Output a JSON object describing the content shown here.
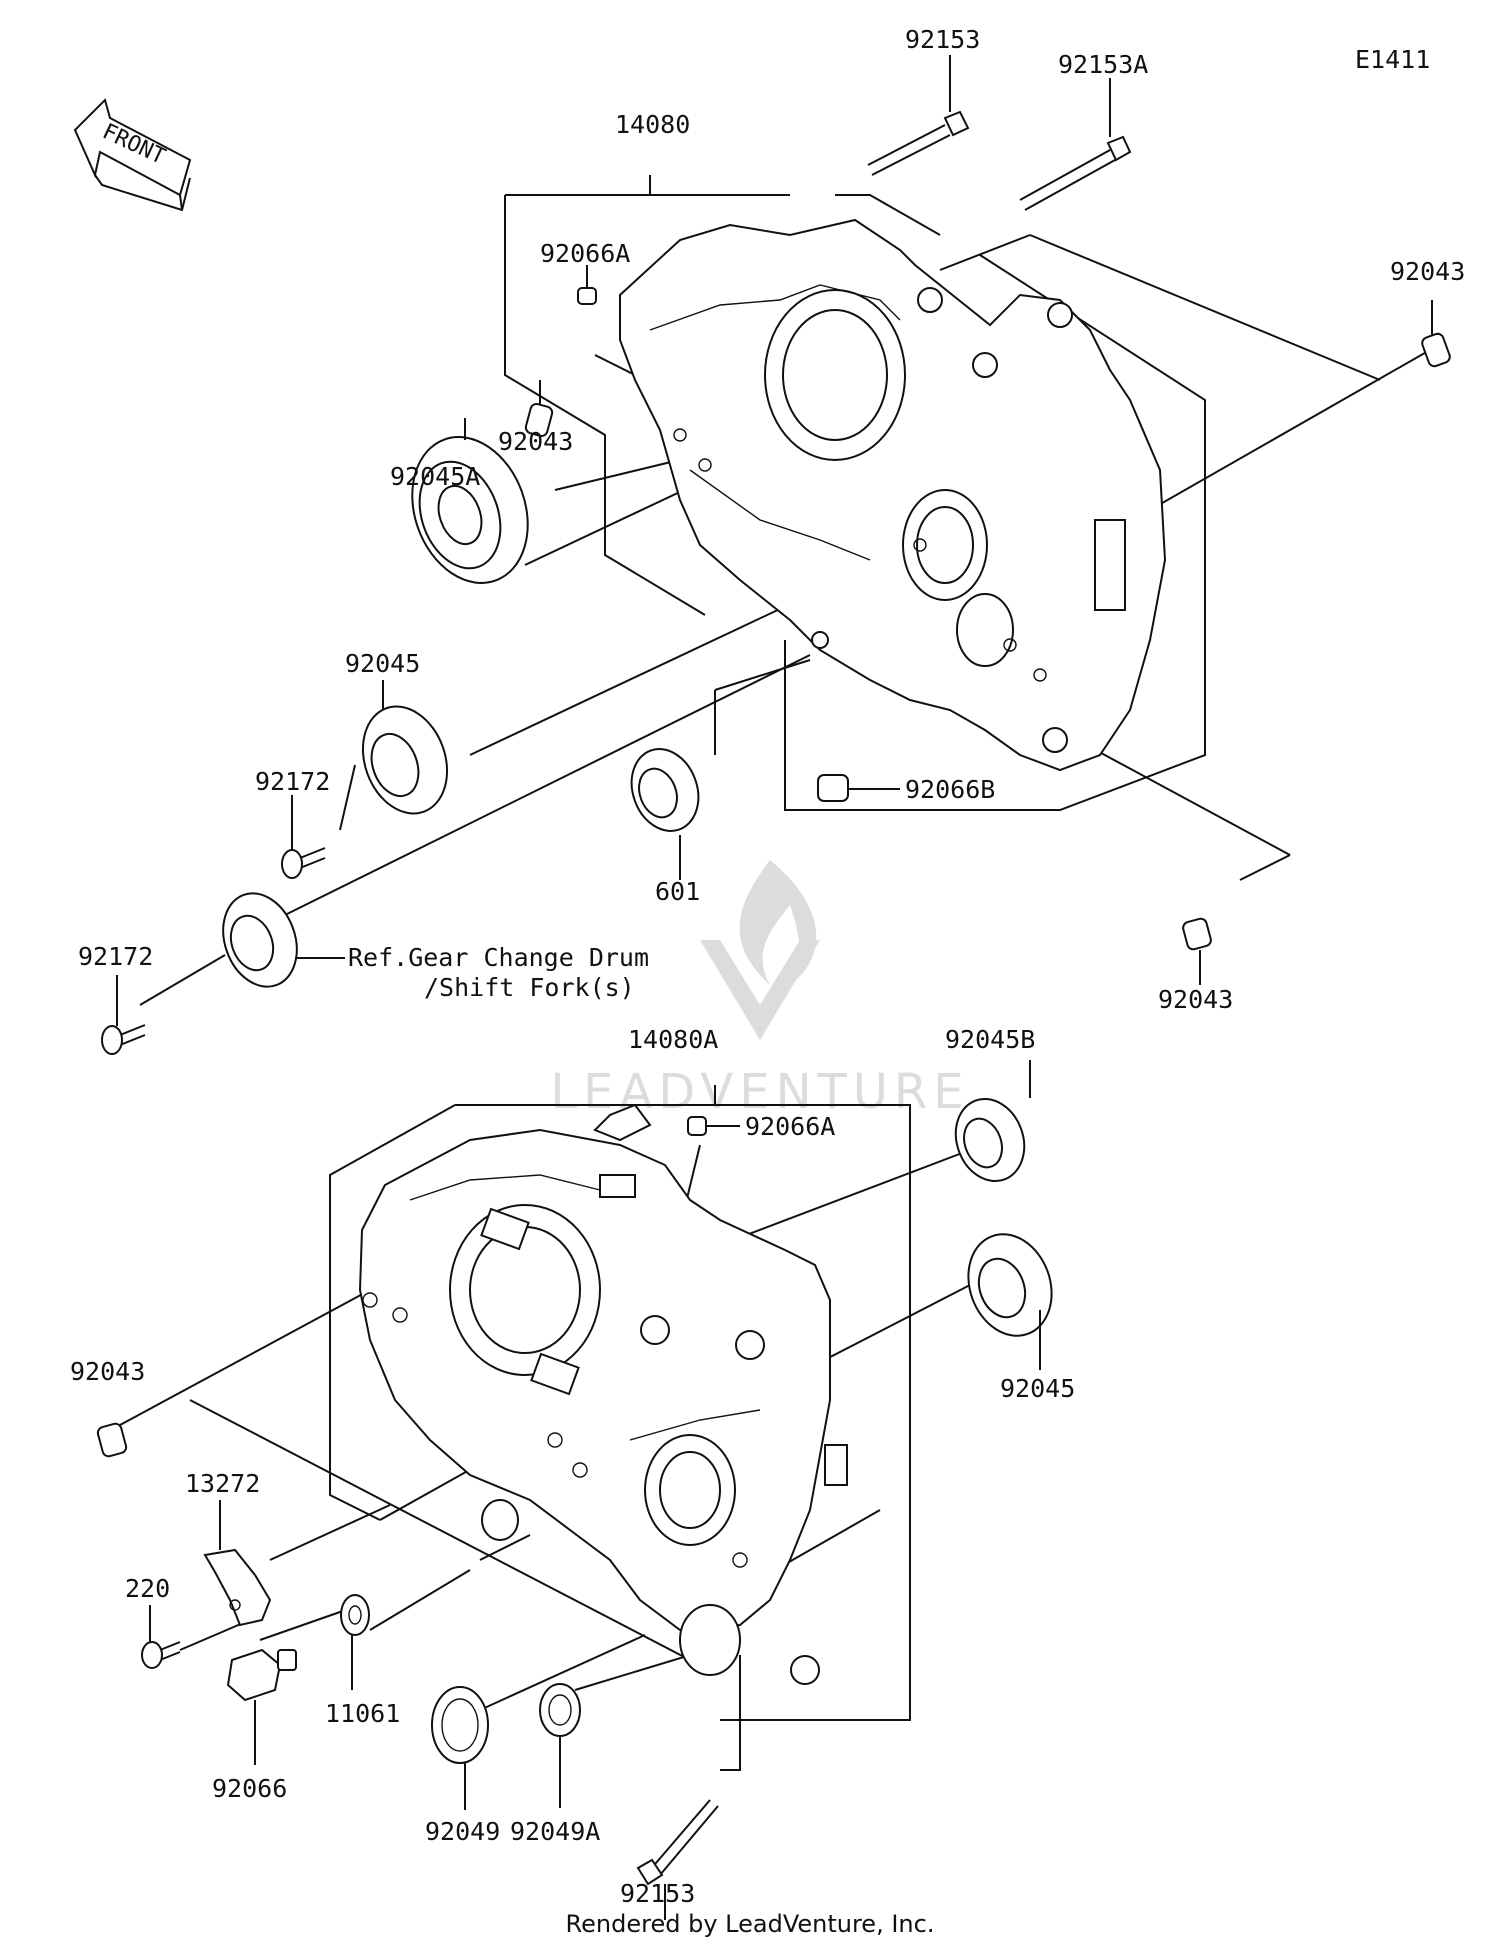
{
  "diagram_code": "E1411",
  "front_arrow_text": "FRONT",
  "ref_note_line1": "Ref.Gear Change Drum",
  "ref_note_line2": "/Shift Fork(s)",
  "watermark_text": "LEADVENTURE",
  "footer_text": "Rendered by LeadVenture, Inc.",
  "labels": {
    "p92153_top": "92153",
    "p92153A": "92153A",
    "p14080": "14080",
    "p92066A_top": "92066A",
    "p92043_topright": "92043",
    "p92043_left1": "92043",
    "p92045A": "92045A",
    "p92045_top": "92045",
    "p92172_a": "92172",
    "p601": "601",
    "p92066B": "92066B",
    "p92172_b": "92172",
    "p92043_right": "92043",
    "p14080A": "14080A",
    "p92045B": "92045B",
    "p92066A_bottom": "92066A",
    "p92043_left2": "92043",
    "p92045_bottom": "92045",
    "p13272": "13272",
    "p220": "220",
    "p11061": "11061",
    "p92066": "92066",
    "p92049": "92049",
    "p92049A": "92049A",
    "p92153_bottom": "92153"
  }
}
